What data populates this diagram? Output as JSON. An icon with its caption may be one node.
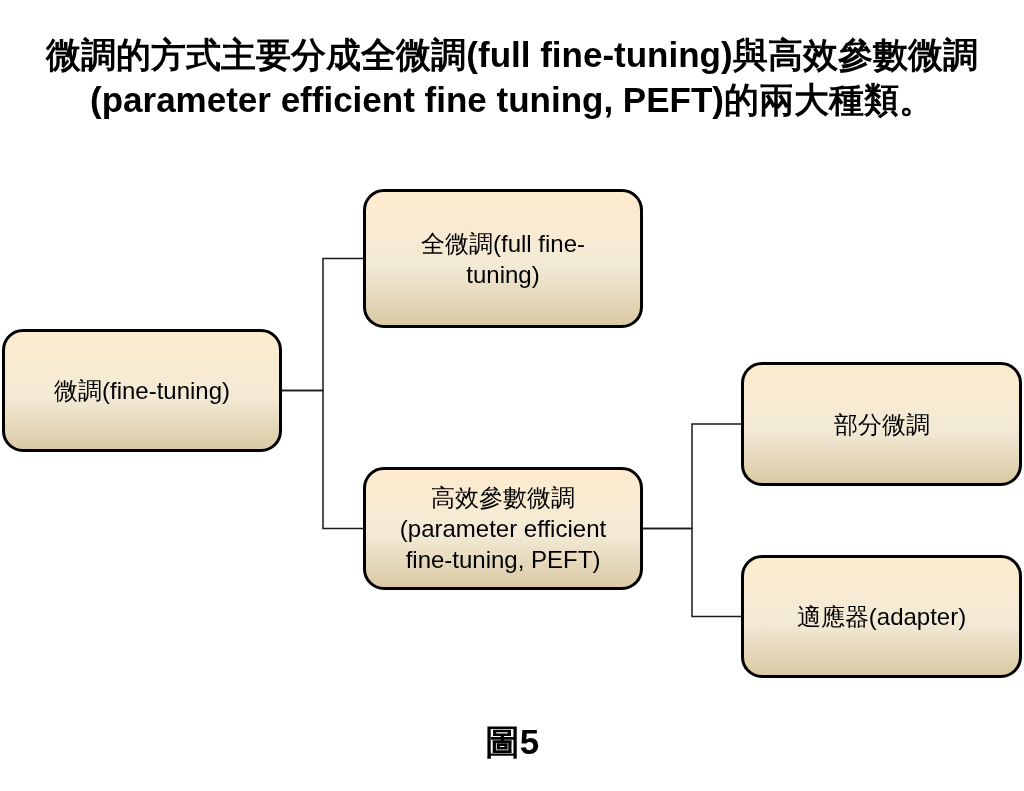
{
  "diagram": {
    "title": "微調的方式主要分成全微調(full fine-tuning)與高效參數微調(parameter efficient fine tuning, PEFT)的兩大種類。",
    "caption": "圖5",
    "nodes": [
      {
        "text": [
          "微調(fine-tuning)"
        ]
      },
      {
        "text": [
          "全微調(full fine-tuning)"
        ]
      },
      {
        "text": [
          "高效參數微調 (parameter efficient fine-tuning, PEFT)"
        ]
      },
      {
        "text": [
          "部分微調"
        ]
      },
      {
        "text": [
          "適應器(adapter)"
        ]
      }
    ],
    "edges": [
      {
        "from": 0,
        "to": 1,
        "arrow": "none"
      },
      {
        "from": 0,
        "to": 2,
        "arrow": "none"
      },
      {
        "from": 2,
        "to": 3,
        "arrow": "none"
      },
      {
        "from": 2,
        "to": 4,
        "arrow": "none"
      }
    ]
  }
}
